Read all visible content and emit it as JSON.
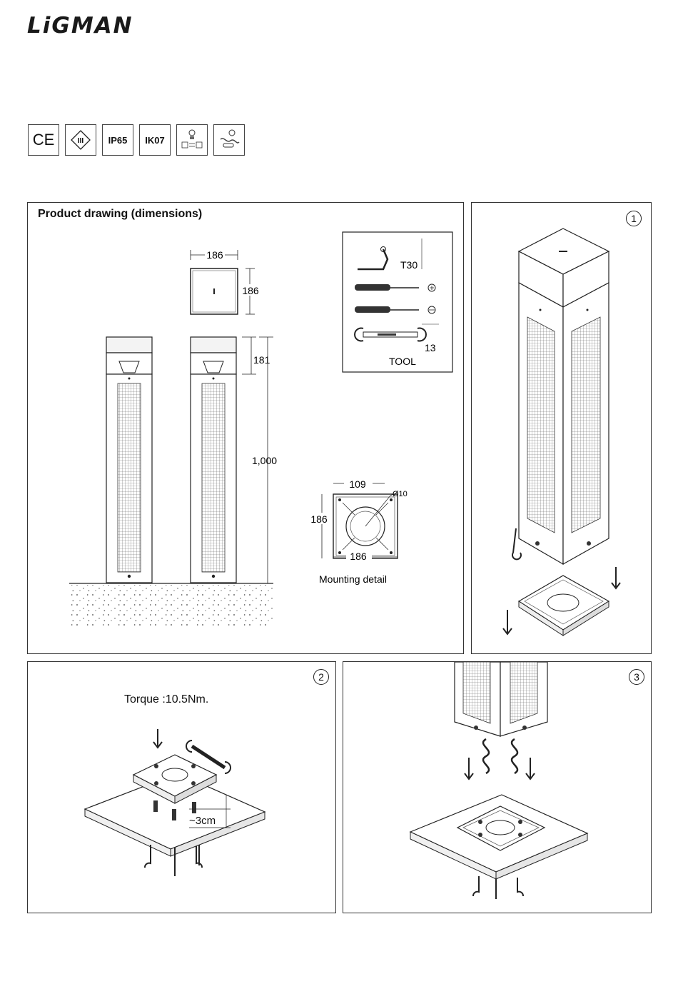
{
  "brand": "LiGMAN",
  "badges": [
    "CE",
    "III",
    "IP65",
    "IK07"
  ],
  "badge_icons": [
    "ce-mark-icon",
    "class-iii-icon",
    "ip65-icon",
    "ik07-icon",
    "voltage-options-icon",
    "cable-connection-icon"
  ],
  "panel_dimensions": {
    "title": "Product drawing (dimensions)",
    "top_width": "186",
    "top_depth": "186",
    "head_height": "181",
    "total_height": "1,000",
    "mount_bolt": "109",
    "mount_hole": "Ø10",
    "mount_side": "186",
    "mount_width": "186",
    "mount_label": "Mounting detail",
    "tool_t30": "T30",
    "tool_13": "13",
    "tool_label": "TOOL"
  },
  "step1": {
    "number": "1"
  },
  "step2": {
    "number": "2",
    "torque": "Torque :10.5Nm.",
    "depth": "~3cm"
  },
  "step3": {
    "number": "3"
  }
}
